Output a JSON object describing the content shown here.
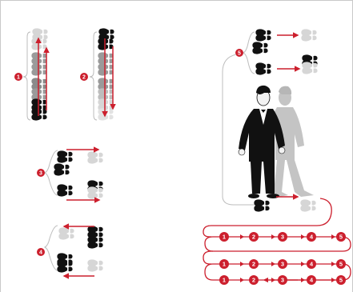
{
  "diagram": {
    "kind": "dance-step-footprint-diagram",
    "colors": {
      "accent_red": "#cc1f2d",
      "foot_black": "#111111",
      "foot_mid_gray": "#9a9a9a",
      "foot_light_gray": "#d6d6d6",
      "guide_line": "#bdbdbd",
      "figure_ghost": "#c4c4c4"
    },
    "step_markers": {
      "marker_1": "1",
      "marker_2": "2",
      "marker_3": "3",
      "marker_4": "4",
      "marker_5": "5"
    },
    "sequence_row_1": [
      "1",
      "2",
      "3",
      "4",
      "5"
    ],
    "sequence_row_2": [
      "1",
      "2",
      "3",
      "4",
      "5"
    ],
    "sequence_row_3": [
      "1",
      "2",
      "3",
      "4",
      "5"
    ],
    "icons": [
      "footprint-pair-icon",
      "groom-figure-icon",
      "ghost-groom-figure-icon",
      "red-arrow-icon",
      "bracket-icon"
    ]
  }
}
